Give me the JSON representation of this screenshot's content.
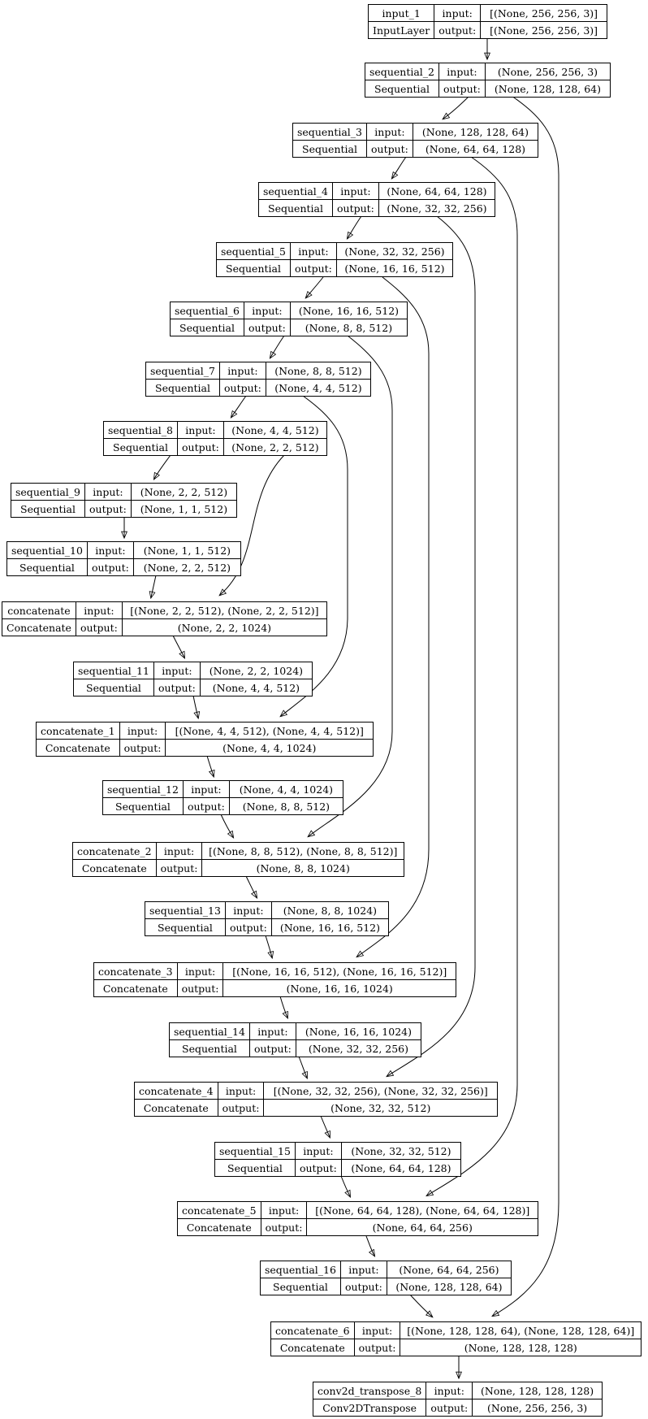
{
  "diagram": {
    "background_color": "#ffffff",
    "node_border_color": "#000000",
    "edge_color": "#000000",
    "labels": {
      "input": "input:",
      "output": "output:"
    },
    "nodes": [
      {
        "name": "input_1",
        "type": "InputLayer",
        "input": "[(None, 256, 256, 3)]",
        "output": "[(None, 256, 256, 3)]"
      },
      {
        "name": "sequential_2",
        "type": "Sequential",
        "input": "(None, 256, 256, 3)",
        "output": "(None, 128, 128, 64)"
      },
      {
        "name": "sequential_3",
        "type": "Sequential",
        "input": "(None, 128, 128, 64)",
        "output": "(None, 64, 64, 128)"
      },
      {
        "name": "sequential_4",
        "type": "Sequential",
        "input": "(None, 64, 64, 128)",
        "output": "(None, 32, 32, 256)"
      },
      {
        "name": "sequential_5",
        "type": "Sequential",
        "input": "(None, 32, 32, 256)",
        "output": "(None, 16, 16, 512)"
      },
      {
        "name": "sequential_6",
        "type": "Sequential",
        "input": "(None, 16, 16, 512)",
        "output": "(None, 8, 8, 512)"
      },
      {
        "name": "sequential_7",
        "type": "Sequential",
        "input": "(None, 8, 8, 512)",
        "output": "(None, 4, 4, 512)"
      },
      {
        "name": "sequential_8",
        "type": "Sequential",
        "input": "(None, 4, 4, 512)",
        "output": "(None, 2, 2, 512)"
      },
      {
        "name": "sequential_9",
        "type": "Sequential",
        "input": "(None, 2, 2, 512)",
        "output": "(None, 1, 1, 512)"
      },
      {
        "name": "sequential_10",
        "type": "Sequential",
        "input": "(None, 1, 1, 512)",
        "output": "(None, 2, 2, 512)"
      },
      {
        "name": "concatenate",
        "type": "Concatenate",
        "input": "[(None, 2, 2, 512), (None, 2, 2, 512)]",
        "output": "(None, 2, 2, 1024)"
      },
      {
        "name": "sequential_11",
        "type": "Sequential",
        "input": "(None, 2, 2, 1024)",
        "output": "(None, 4, 4, 512)"
      },
      {
        "name": "concatenate_1",
        "type": "Concatenate",
        "input": "[(None, 4, 4, 512), (None, 4, 4, 512)]",
        "output": "(None, 4, 4, 1024)"
      },
      {
        "name": "sequential_12",
        "type": "Sequential",
        "input": "(None, 4, 4, 1024)",
        "output": "(None, 8, 8, 512)"
      },
      {
        "name": "concatenate_2",
        "type": "Concatenate",
        "input": "[(None, 8, 8, 512), (None, 8, 8, 512)]",
        "output": "(None, 8, 8, 1024)"
      },
      {
        "name": "sequential_13",
        "type": "Sequential",
        "input": "(None, 8, 8, 1024)",
        "output": "(None, 16, 16, 512)"
      },
      {
        "name": "concatenate_3",
        "type": "Concatenate",
        "input": "[(None, 16, 16, 512), (None, 16, 16, 512)]",
        "output": "(None, 16, 16, 1024)"
      },
      {
        "name": "sequential_14",
        "type": "Sequential",
        "input": "(None, 16, 16, 1024)",
        "output": "(None, 32, 32, 256)"
      },
      {
        "name": "concatenate_4",
        "type": "Concatenate",
        "input": "[(None, 32, 32, 256), (None, 32, 32, 256)]",
        "output": "(None, 32, 32, 512)"
      },
      {
        "name": "sequential_15",
        "type": "Sequential",
        "input": "(None, 32, 32, 512)",
        "output": "(None, 64, 64, 128)"
      },
      {
        "name": "concatenate_5",
        "type": "Concatenate",
        "input": "[(None, 64, 64, 128), (None, 64, 64, 128)]",
        "output": "(None, 64, 64, 256)"
      },
      {
        "name": "sequential_16",
        "type": "Sequential",
        "input": "(None, 64, 64, 256)",
        "output": "(None, 128, 128, 64)"
      },
      {
        "name": "concatenate_6",
        "type": "Concatenate",
        "input": "[(None, 128, 128, 64), (None, 128, 128, 64)]",
        "output": "(None, 128, 128, 128)"
      },
      {
        "name": "conv2d_transpose_8",
        "type": "Conv2DTranspose",
        "input": "(None, 128, 128, 128)",
        "output": "(None, 256, 256, 3)"
      }
    ],
    "edges": [
      {
        "from": "input_1",
        "to": "sequential_2"
      },
      {
        "from": "sequential_2",
        "to": "sequential_3"
      },
      {
        "from": "sequential_3",
        "to": "sequential_4"
      },
      {
        "from": "sequential_4",
        "to": "sequential_5"
      },
      {
        "from": "sequential_5",
        "to": "sequential_6"
      },
      {
        "from": "sequential_6",
        "to": "sequential_7"
      },
      {
        "from": "sequential_7",
        "to": "sequential_8"
      },
      {
        "from": "sequential_8",
        "to": "sequential_9"
      },
      {
        "from": "sequential_9",
        "to": "sequential_10"
      },
      {
        "from": "sequential_10",
        "to": "concatenate"
      },
      {
        "from": "sequential_8",
        "to": "concatenate"
      },
      {
        "from": "concatenate",
        "to": "sequential_11"
      },
      {
        "from": "sequential_11",
        "to": "concatenate_1"
      },
      {
        "from": "sequential_7",
        "to": "concatenate_1"
      },
      {
        "from": "concatenate_1",
        "to": "sequential_12"
      },
      {
        "from": "sequential_12",
        "to": "concatenate_2"
      },
      {
        "from": "sequential_6",
        "to": "concatenate_2"
      },
      {
        "from": "concatenate_2",
        "to": "sequential_13"
      },
      {
        "from": "sequential_13",
        "to": "concatenate_3"
      },
      {
        "from": "sequential_5",
        "to": "concatenate_3"
      },
      {
        "from": "concatenate_3",
        "to": "sequential_14"
      },
      {
        "from": "sequential_14",
        "to": "concatenate_4"
      },
      {
        "from": "sequential_4",
        "to": "concatenate_4"
      },
      {
        "from": "concatenate_4",
        "to": "sequential_15"
      },
      {
        "from": "sequential_15",
        "to": "concatenate_5"
      },
      {
        "from": "sequential_3",
        "to": "concatenate_5"
      },
      {
        "from": "concatenate_5",
        "to": "sequential_16"
      },
      {
        "from": "sequential_16",
        "to": "concatenate_6"
      },
      {
        "from": "sequential_2",
        "to": "concatenate_6"
      },
      {
        "from": "concatenate_6",
        "to": "conv2d_transpose_8"
      }
    ]
  }
}
